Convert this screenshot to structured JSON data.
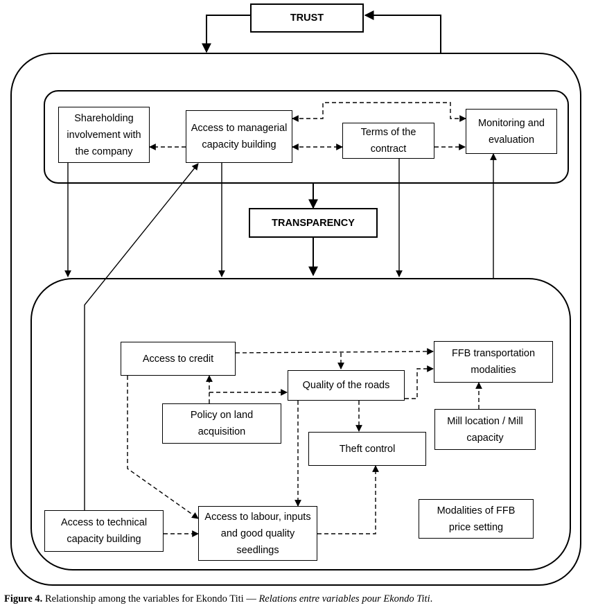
{
  "nodes": {
    "trust": "TRUST",
    "transparency": "TRANSPARENCY",
    "shareholding": "Shareholding involvement with the company",
    "managerial": "Access to managerial capacity building",
    "terms": "Terms of the contract",
    "monitoring": "Monitoring and evaluation",
    "credit": "Access to credit",
    "ffb_transport": "FFB transportation modalities",
    "roads": "Quality of the roads",
    "policy_land": "Policy on land acquisition",
    "theft": "Theft control",
    "mill": "Mill location / Mill capacity",
    "technical": "Access to technical capacity building",
    "labour": "Access to labour, inputs and good quality seedlings",
    "ffb_price": "Modalities of FFB price setting"
  },
  "caption": {
    "label": "Figure 4.",
    "text": " Relationship among the variables for Ekondo Titi — ",
    "french": "Relations entre variables pour Ekondo Titi",
    "end": "."
  }
}
